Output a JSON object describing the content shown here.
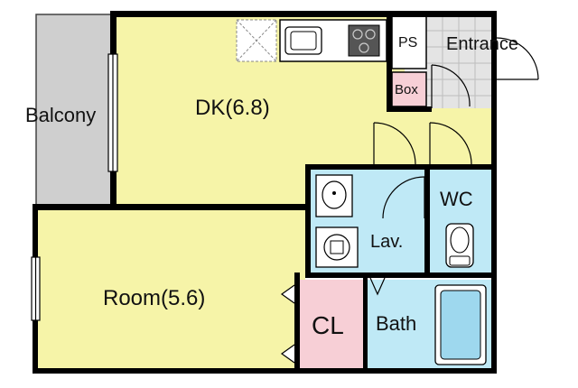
{
  "colors": {
    "room": "#f6f4a8",
    "water": "#bfe9f6",
    "closet": "#f7cfd6",
    "balcony": "#cfcfcf",
    "entrance": "#e4e4e4",
    "wall": "#000000",
    "line": "#444444",
    "fixture_blue": "#9ed8ee"
  },
  "labels": {
    "balcony": "Balcony",
    "dk": "DK(6.8)",
    "room": "Room(5.6)",
    "ps": "PS",
    "entrance": "Entrance",
    "box": "Box",
    "wc": "WC",
    "lav": "Lav.",
    "cl": "CL",
    "bath": "Bath"
  },
  "icons": [
    "sink-icon",
    "stove-icon",
    "washer-icon",
    "toilet-icon",
    "bathtub-icon",
    "door-swing-icon",
    "refrigerator-space-icon"
  ]
}
